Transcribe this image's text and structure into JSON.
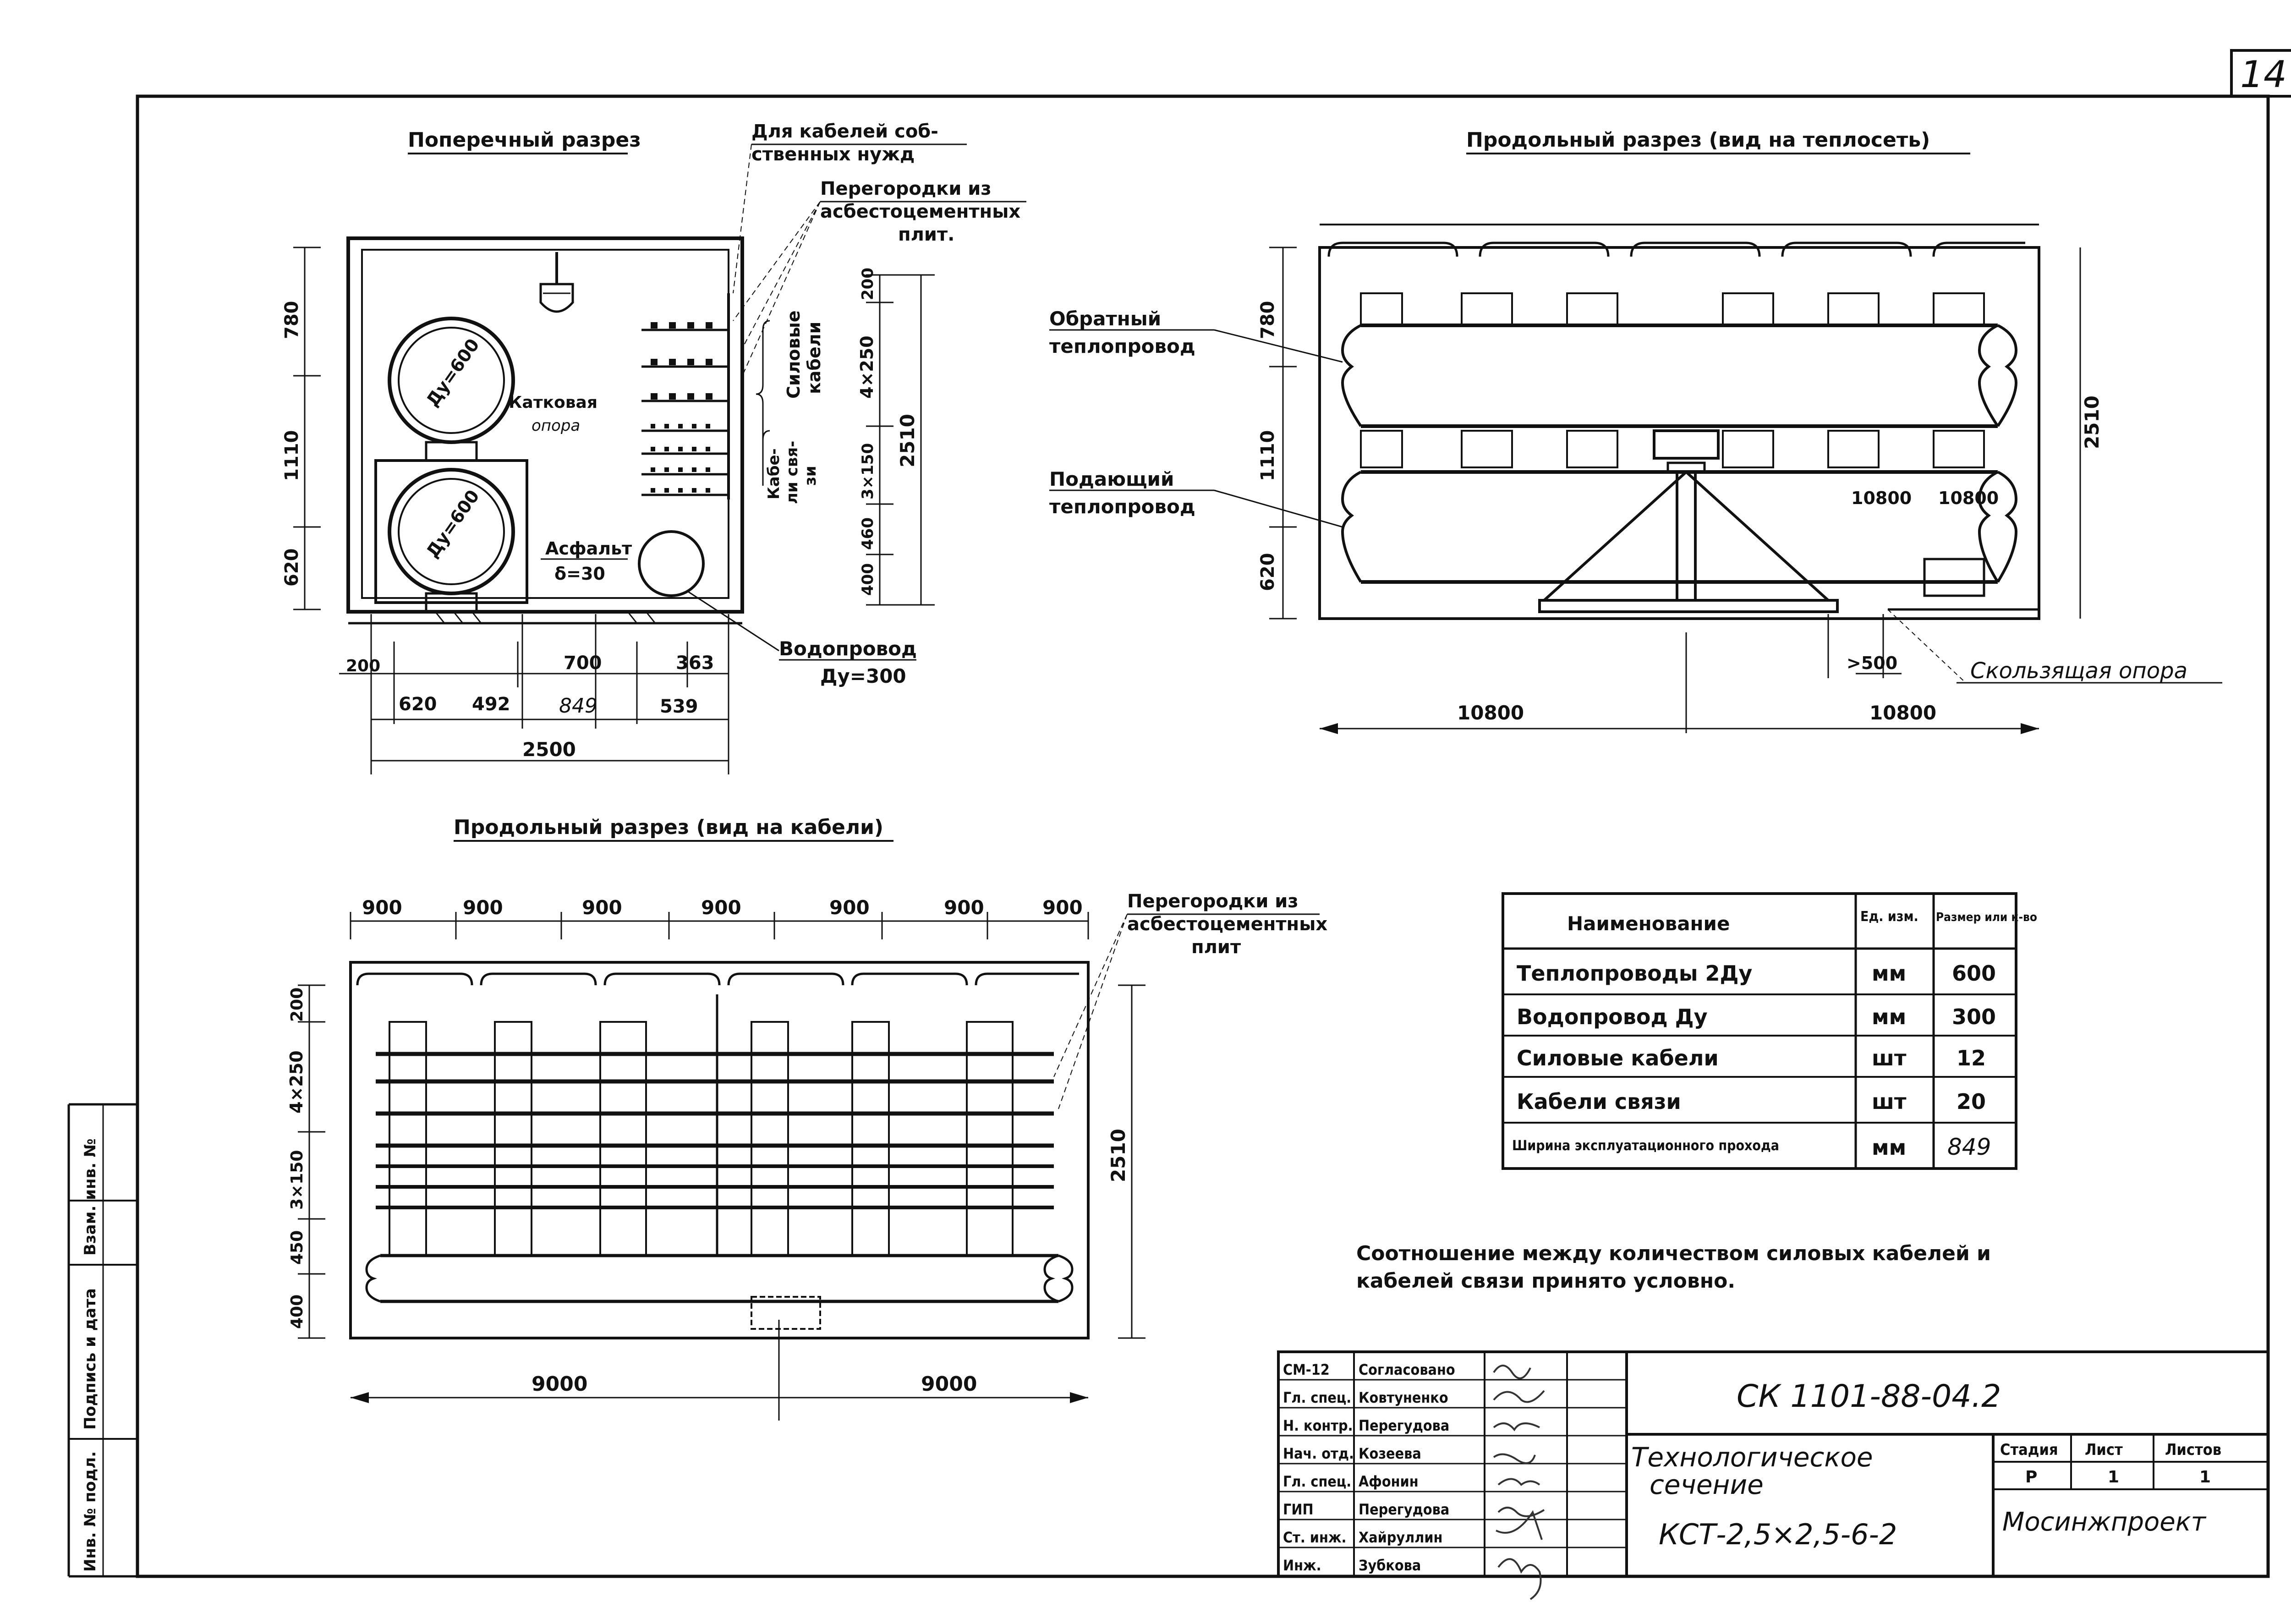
{
  "sheet": {
    "number": "14"
  },
  "cross_section": {
    "title": "Поперечный разрез",
    "callout_own_cables": [
      "Для кабелей соб-",
      "ственных нужд"
    ],
    "callout_partitions": [
      "Перегородки из",
      "асбестоцементных",
      "плит."
    ],
    "roller_support": [
      "Катковая",
      "опора"
    ],
    "pipe_upper": "Ду=600",
    "pipe_lower": "Ду=600",
    "asphalt": [
      "Асфальт",
      "δ=30"
    ],
    "water_pipe": [
      "Водопровод",
      "Ду=300"
    ],
    "power_cables": [
      "Силовые",
      "кабели"
    ],
    "comm_cables": [
      "Кабе-",
      "ли свя-",
      "зи"
    ],
    "dims_left": [
      "780",
      "1110",
      "620"
    ],
    "dims_right": [
      "200",
      "4×250",
      "3×150",
      "460",
      "400"
    ],
    "dim_total_height": "2510",
    "dims_bottom_row1": [
      "200",
      "700",
      "363"
    ],
    "dims_bottom_row2": [
      "620",
      "492",
      "849",
      "539"
    ],
    "dim_total_width": "2500"
  },
  "long_section_heat": {
    "title": "Продольный разрез (вид на теплосеть)",
    "return_pipe": [
      "Обратный",
      "теплопровод"
    ],
    "supply_pipe": [
      "Подающий",
      "теплопровод"
    ],
    "dims_left": [
      "780",
      "1110",
      "620"
    ],
    "dim_right": "2510",
    "dims_inner": [
      "10800",
      "10800"
    ],
    "dim_500": ">500",
    "sliding_support": "Скользящая опора",
    "dims_bottom": [
      "10800",
      "10800"
    ]
  },
  "long_section_cables": {
    "title": "Продольный разрез (вид на кабели)",
    "dims_top": [
      "900",
      "900",
      "900",
      "900",
      "900",
      "900",
      "900"
    ],
    "callout_partitions": [
      "Перегородки из",
      "асбестоцементных",
      "плит"
    ],
    "dims_left": [
      "200",
      "4×250",
      "3×150",
      "450",
      "400"
    ],
    "dim_right": "2510",
    "dims_bottom": [
      "9000",
      "9000"
    ]
  },
  "spec_table": {
    "headers": [
      "Наименование",
      "Ед. изм.",
      "Размер или к-во"
    ],
    "rows": [
      [
        "Теплопроводы 2Ду",
        "мм",
        "600"
      ],
      [
        "Водопровод Ду",
        "мм",
        "300"
      ],
      [
        "Силовые кабели",
        "шт",
        "12"
      ],
      [
        "Кабели связи",
        "шт",
        "20"
      ],
      [
        "Ширина эксплуатационного прохода",
        "мм",
        "849"
      ]
    ]
  },
  "note": [
    "Соотношение между количеством силовых кабелей и",
    "кабелей связи принято условно."
  ],
  "title_block": {
    "code": "СК 1101-88-04.2",
    "signatures": [
      [
        "СМ-12",
        "Согласовано"
      ],
      [
        "Гл. спец.",
        "Ковтуненко"
      ],
      [
        "Н. контр.",
        "Перегудова"
      ],
      [
        "Нач. отд.",
        "Козеева"
      ],
      [
        "Гл. спец.",
        "Афонин"
      ],
      [
        "ГИП",
        "Перегудова"
      ],
      [
        "Ст. инж.",
        "Хайруллин"
      ],
      [
        "Инж.",
        "Зубкова"
      ]
    ],
    "title": [
      "Технологическое",
      "сечение",
      "КСТ-2,5×2,5-6-2"
    ],
    "stage_headers": [
      "Стадия",
      "Лист",
      "Листов"
    ],
    "stage_values": [
      "Р",
      "1",
      "1"
    ],
    "org": "Мосинжпроект"
  },
  "side_stamp": [
    "Инв. № подл.",
    "Подпись и дата",
    "Взам. инв. №"
  ]
}
